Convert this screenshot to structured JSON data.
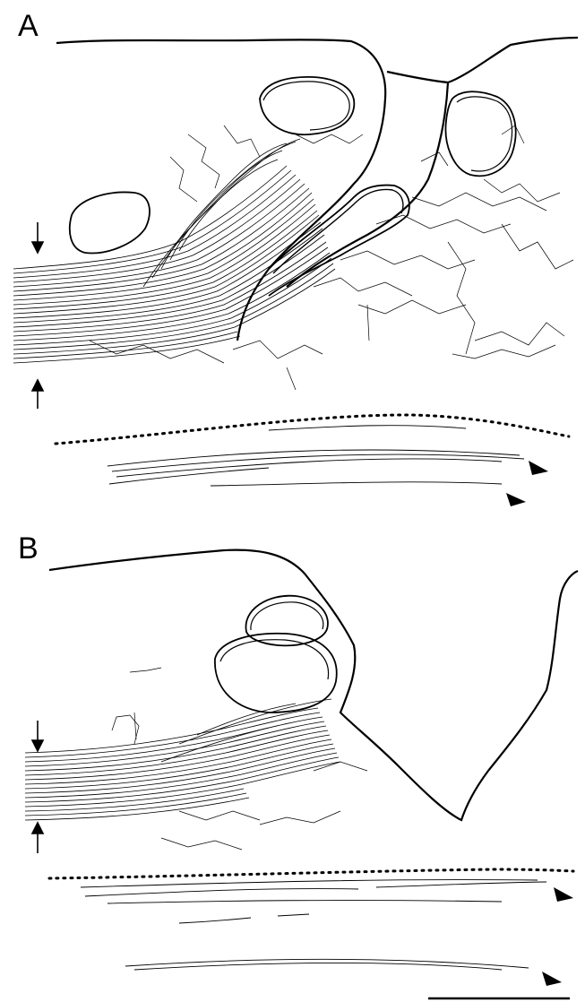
{
  "figure": {
    "panels": [
      {
        "id": "A",
        "label": "A"
      },
      {
        "id": "B",
        "label": "B"
      }
    ],
    "stroke_color": "#000000",
    "background_color": "#ffffff",
    "marker_icons": [
      "down-arrow-icon",
      "up-arrow-icon",
      "arrowhead-icon"
    ],
    "scale_bar": {
      "shown": true,
      "label": ""
    }
  }
}
